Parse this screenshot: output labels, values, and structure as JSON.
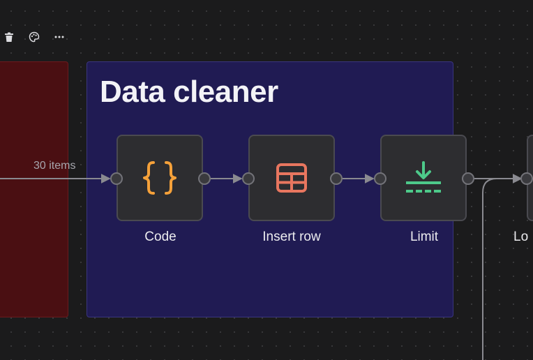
{
  "toolbar": {
    "icons": [
      "trash-icon",
      "palette-icon",
      "more-icon"
    ]
  },
  "sticky_note": {
    "title": "Data cleaner",
    "color": "#201b53"
  },
  "sticky_note_left": {
    "color": "#4a0f12"
  },
  "connection": {
    "items_label": "30 items"
  },
  "nodes": [
    {
      "label": "Code",
      "icon": "code-braces-icon",
      "icon_color": "#f5a13a"
    },
    {
      "label": "Insert row",
      "icon": "table-icon",
      "icon_color": "#e8765f"
    },
    {
      "label": "Limit",
      "icon": "limit-icon",
      "icon_color": "#4dc98a"
    },
    {
      "label": "Lo",
      "icon": "",
      "icon_color": ""
    }
  ]
}
